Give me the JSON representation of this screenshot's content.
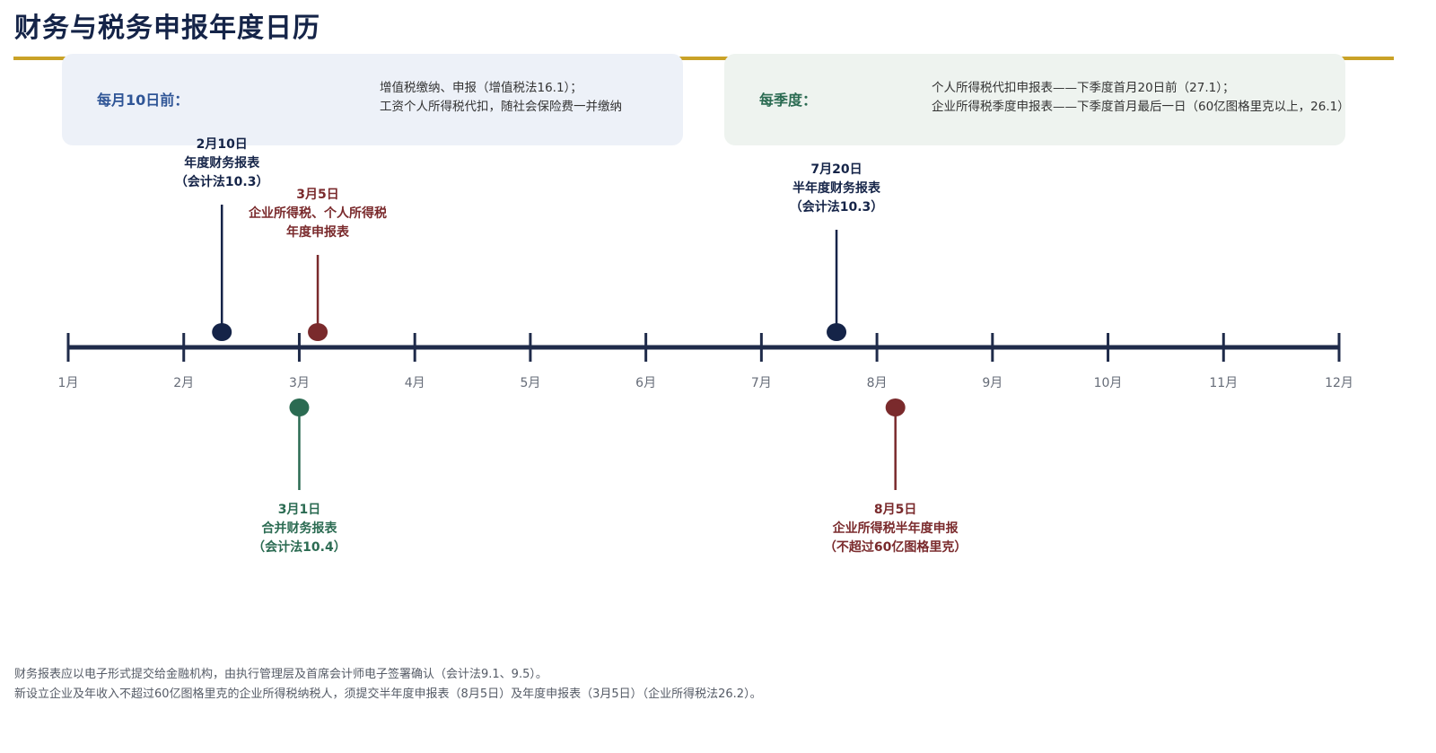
{
  "title": "财务与税务申报年度日历",
  "colors": {
    "navy": "#152448",
    "red": "#7a2a2c",
    "green": "#2b6b52",
    "gold": "#c9a227",
    "axis": "#1f2b4a"
  },
  "boxes": {
    "monthly": {
      "label": "每月10日前：",
      "lines": [
        "增值税缴纳、申报（增值税法16.1）；",
        "工资个人所得税代扣，随社会保险费一并缴纳"
      ]
    },
    "quarterly": {
      "label": "每季度：",
      "lines": [
        "个人所得税代扣申报表——下季度首月20日前（27.1）；",
        "企业所得税季度申报表——下季度首月最后一日（60亿图格里克以上，26.1）"
      ]
    }
  },
  "timeline": {
    "months": [
      "1月",
      "2月",
      "3月",
      "4月",
      "5月",
      "6月",
      "7月",
      "8月",
      "9月",
      "10月",
      "11月",
      "12月"
    ],
    "events": [
      {
        "lines": [
          "2月10日",
          "年度财务报表",
          "（会计法10.3）"
        ],
        "month_value": 2.33,
        "side": "above",
        "color": "navy"
      },
      {
        "lines": [
          "3月5日",
          "企业所得税、个人所得税",
          "年度申报表"
        ],
        "month_value": 3.16,
        "side": "above",
        "color": "red"
      },
      {
        "lines": [
          "7月20日",
          "半年度财务报表",
          "（会计法10.3）"
        ],
        "month_value": 7.65,
        "side": "above",
        "color": "navy"
      },
      {
        "lines": [
          "3月1日",
          "合并财务报表",
          "（会计法10.4）"
        ],
        "month_value": 3.0,
        "side": "below",
        "color": "green"
      },
      {
        "lines": [
          "8月5日",
          "企业所得税半年度申报",
          "（不超过60亿图格里克）"
        ],
        "month_value": 8.16,
        "side": "below",
        "color": "red"
      }
    ]
  },
  "footnotes": [
    "财务报表应以电子形式提交给金融机构，由执行管理层及首席会计师电子签署确认（会计法9.1、9.5）。",
    "新设立企业及年收入不超过60亿图格里克的企业所得税纳税人，须提交半年度申报表（8月5日）及年度申报表（3月5日）（企业所得税法26.2）。"
  ]
}
